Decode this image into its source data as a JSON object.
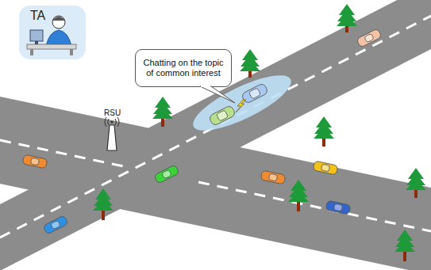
{
  "diagram": {
    "nodes": [
      {
        "text": [
          "TA"
        ]
      },
      {
        "text": [
          "Chatting on the topic of common interest"
        ]
      }
    ],
    "labels": [
      "RSU"
    ]
  }
}
